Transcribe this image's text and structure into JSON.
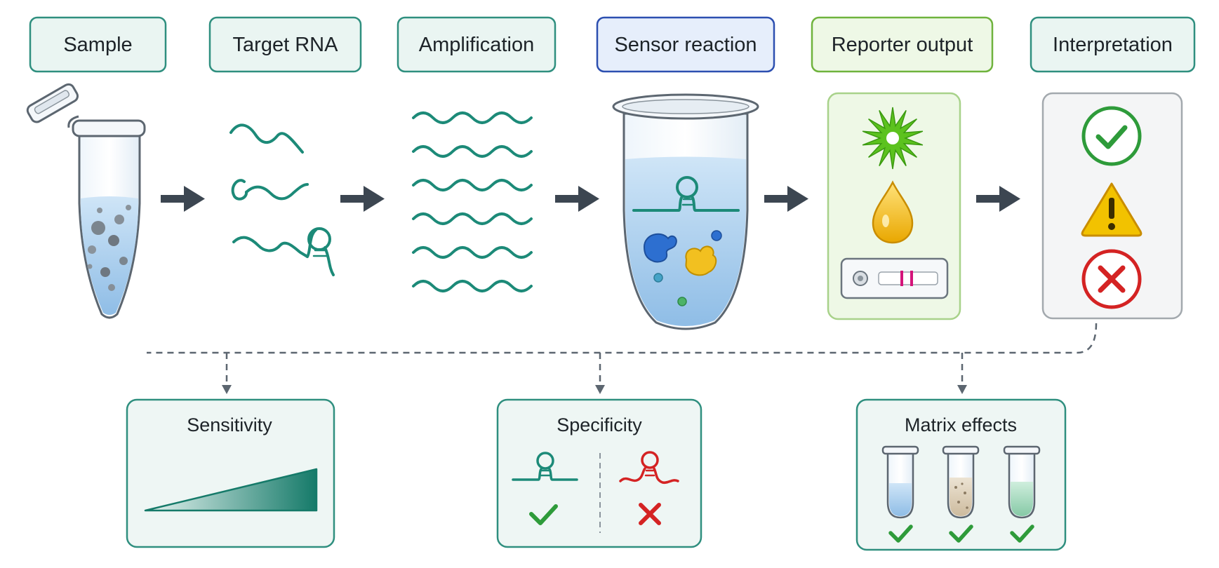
{
  "stages": [
    {
      "id": "sample",
      "label": "Sample"
    },
    {
      "id": "target-rna",
      "label": "Target RNA"
    },
    {
      "id": "amplification",
      "label": "Amplification"
    },
    {
      "id": "sensor-reaction",
      "label": "Sensor reaction"
    },
    {
      "id": "reporter-output",
      "label": "Reporter output"
    },
    {
      "id": "interpretation",
      "label": "Interpretation"
    }
  ],
  "evaluation": [
    {
      "id": "sensitivity",
      "label": "Sensitivity"
    },
    {
      "id": "specificity",
      "label": "Specificity"
    },
    {
      "id": "matrix-effects",
      "label": "Matrix effects"
    }
  ],
  "colors": {
    "teal": "#1c8a78",
    "stage_border": "#2f8f7f",
    "stage_fill": "#eaf5f2",
    "sensor_border": "#2c4fb0",
    "sensor_fill": "#e6eefb",
    "reporter_border": "#6fb33d",
    "reporter_fill": "#eef8e6",
    "arrow": "#3c4651",
    "positive": "#2e9b3a",
    "warning": "#f2c200",
    "negative": "#d42323"
  },
  "icons": {
    "result_positive": "check-circle-icon",
    "result_warning": "warning-triangle-icon",
    "result_negative": "x-circle-icon"
  }
}
